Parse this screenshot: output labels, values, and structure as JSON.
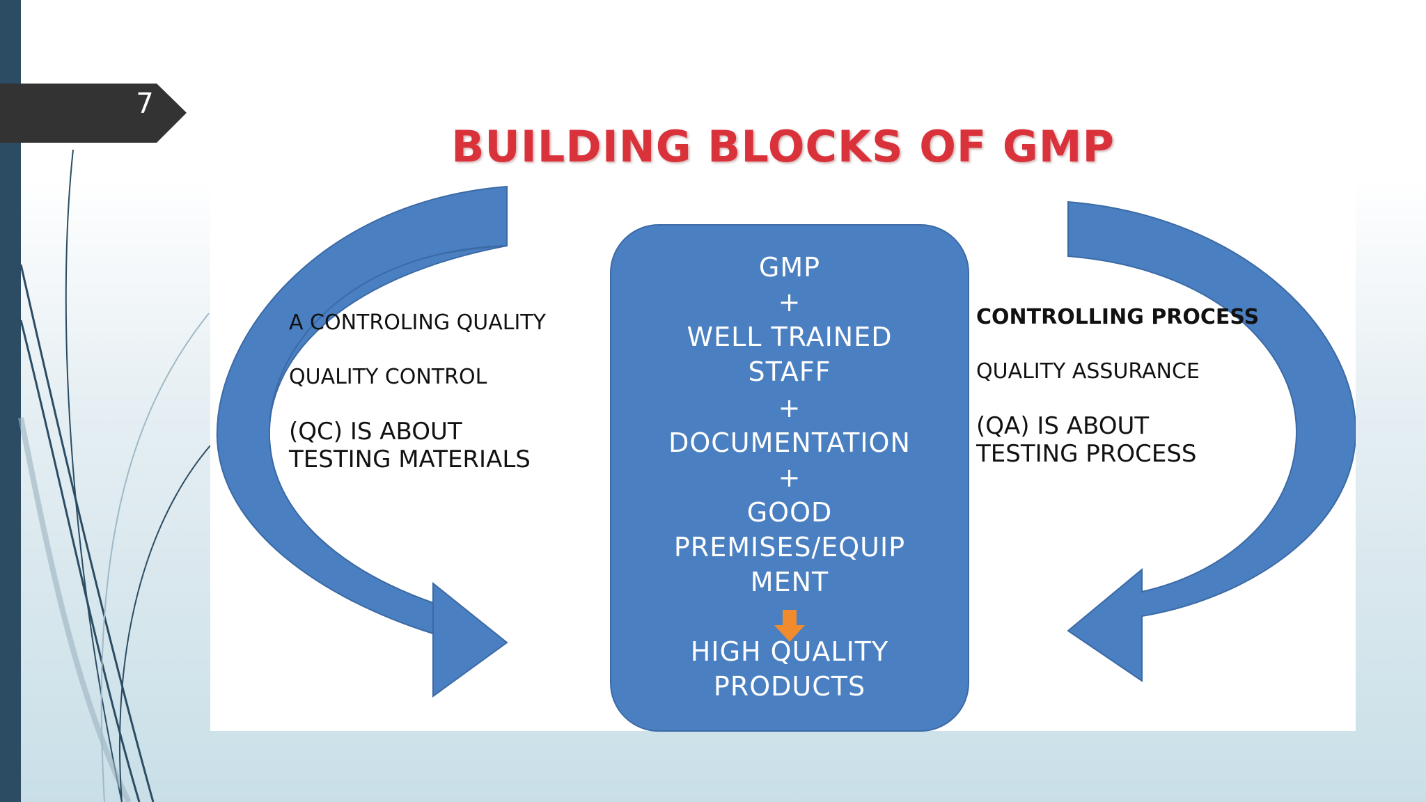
{
  "slide": {
    "number": "7"
  },
  "diagram": {
    "title": "BUILDING BLOCKS OF GMP",
    "left_block": {
      "lines": [
        "A  CONTROLING QUALITY",
        "QUALITY CONTROL",
        "(QC) IS ABOUT",
        "TESTING MATERIALS"
      ]
    },
    "right_block": {
      "lines": [
        "CONTROLLING PROCESS",
        "QUALITY ASSURANCE",
        "(QA) IS ABOUT",
        "TESTING PROCESS"
      ]
    },
    "center_box": {
      "lines": [
        "GMP",
        "+",
        "WELL TRAINED",
        "STAFF",
        "+",
        "DOCUMENTATION",
        "+",
        "GOOD",
        "PREMISES/EQUIP",
        "MENT"
      ],
      "result_lines": [
        "HIGH QUALITY",
        "PRODUCTS"
      ]
    },
    "colors": {
      "title": "#d9323a",
      "box_fill": "#4a7fc1",
      "arrow_fill": "#4a7fc1",
      "down_arrow": "#f28a2e",
      "sidebar": "#2b4c63",
      "number_tab": "#333333"
    },
    "icons": [
      "left-curved-arrow-icon",
      "right-curved-arrow-icon",
      "down-arrow-icon"
    ]
  }
}
